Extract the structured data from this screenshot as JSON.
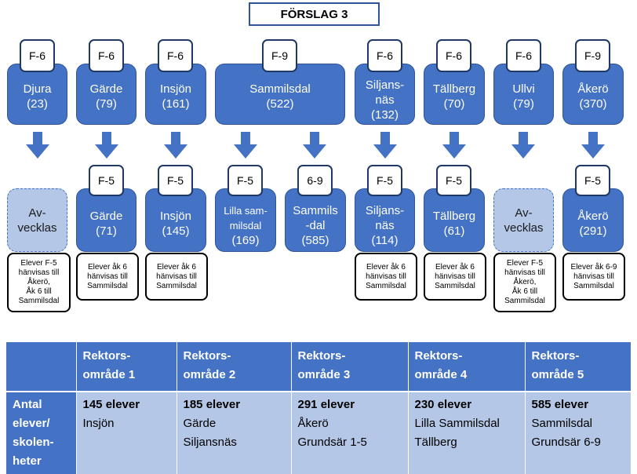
{
  "title": "FÖRSLAG 3",
  "top_schools": [
    {
      "grade": "F-6",
      "name": "Djura",
      "count": "(23)"
    },
    {
      "grade": "F-6",
      "name": "Gärde",
      "count": "(79)"
    },
    {
      "grade": "F-6",
      "name": "Insjön",
      "count": "(161)"
    },
    {
      "grade": "F-9",
      "name": "Sammilsdal",
      "count": "(522)"
    },
    {
      "grade": "F-6",
      "name": "Siljans-",
      "name2": "näs",
      "count": "(132)"
    },
    {
      "grade": "F-6",
      "name": "Tällberg",
      "count": "(70)"
    },
    {
      "grade": "F-6",
      "name": "Ullvi",
      "count": "(79)"
    },
    {
      "grade": "F-9",
      "name": "Åkerö",
      "count": "(370)"
    }
  ],
  "bottom_schools": [
    {
      "name": "Av-",
      "name2": "vecklas"
    },
    {
      "grade": "F-5",
      "name": "Gärde",
      "count": "(71)"
    },
    {
      "grade": "F-5",
      "name": "Insjön",
      "count": "(145)"
    },
    {
      "grade": "F-5",
      "name": "Lilla sam-",
      "name2": "milsdal",
      "count": "(169)"
    },
    {
      "grade": "6-9",
      "name": "Sammils",
      "name2": "-dal",
      "count": "(585)"
    },
    {
      "grade": "F-5",
      "name": "Siljans-",
      "name2": "näs",
      "count": "(114)"
    },
    {
      "grade": "F-5",
      "name": "Tällberg",
      "count": "(61)"
    },
    {
      "name": "Av-",
      "name2": "vecklas"
    },
    {
      "grade": "F-5",
      "name": "Åkerö",
      "count": "(291)"
    }
  ],
  "notes": [
    {
      "lines": [
        "Elever F-5",
        "hänvisas till",
        "Åkerö,",
        "Åk 6 till",
        "Sammilsdal"
      ]
    },
    {
      "lines": [
        "Elever åk 6",
        "hänvisas till",
        "Sammilsdal"
      ]
    },
    {
      "lines": [
        "Elever åk 6",
        "hänvisas till",
        "Sammilsdal"
      ]
    },
    {
      "lines": [
        "Elever åk 6",
        "hänvisas till",
        "Sammilsdal"
      ]
    },
    {
      "lines": [
        "Elever åk 6",
        "hänvisas till",
        "Sammilsdal"
      ]
    },
    {
      "lines": [
        "Elever F-5",
        "hänvisas till",
        "Åkerö,",
        "Åk 6 till",
        "Sammilsdal"
      ]
    },
    {
      "lines": [
        "Elever åk 6-9",
        "hänvisas till",
        "Sammilsdal"
      ]
    }
  ],
  "table": {
    "row_header": [
      "Antal",
      "elever/",
      "skolen-",
      "heter"
    ],
    "columns": [
      {
        "h1": "Rektors-",
        "h2": "område 1",
        "count": "145 elever",
        "lines": [
          "Insjön"
        ]
      },
      {
        "h1": "Rektors-",
        "h2": "område 2",
        "count": "185 elever",
        "lines": [
          "Gärde",
          "Siljansnäs"
        ]
      },
      {
        "h1": "Rektors-",
        "h2": "område 3",
        "count": "291 elever",
        "lines": [
          "Åkerö",
          "Grundsär 1-5"
        ]
      },
      {
        "h1": "Rektors-",
        "h2": "område 4",
        "count": "230 elever",
        "lines": [
          "Lilla Sammilsdal",
          "Tällberg"
        ]
      },
      {
        "h1": "Rektors-",
        "h2": "område 5",
        "count": "585 elever",
        "lines": [
          "Sammilsdal",
          "Grundsär 6-9"
        ]
      }
    ]
  },
  "colors": {
    "primary": "#4472c4",
    "light": "#b4c7e7",
    "dark": "#1f3864"
  }
}
